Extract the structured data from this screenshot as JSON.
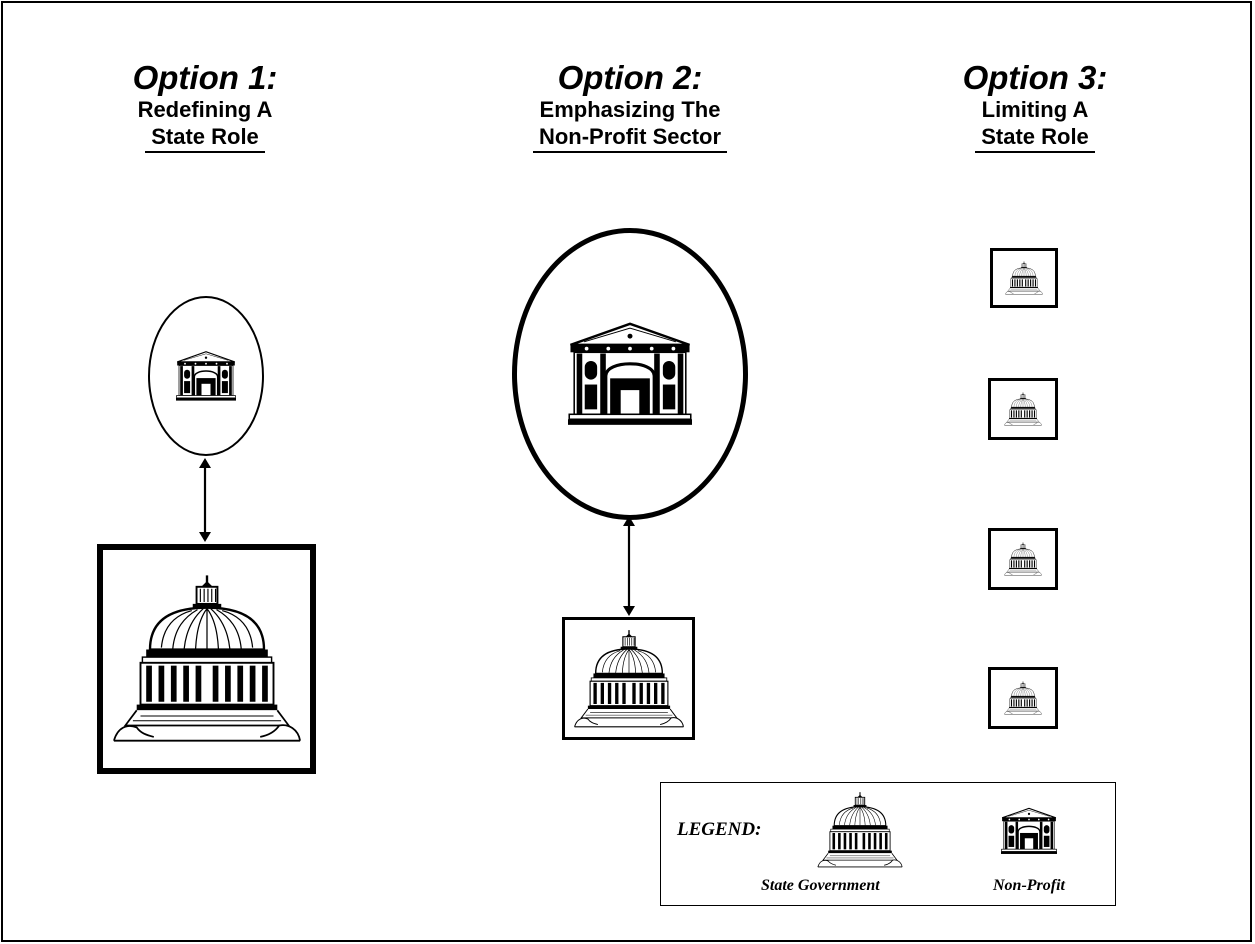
{
  "options": [
    {
      "title": "Option 1:",
      "subtitle_line1": "Redefining A",
      "subtitle_line2": "State Role"
    },
    {
      "title": "Option 2:",
      "subtitle_line1": "Emphasizing The",
      "subtitle_line2": "Non-Profit Sector"
    },
    {
      "title": "Option 3:",
      "subtitle_line1": "Limiting A",
      "subtitle_line2": "State Role"
    }
  ],
  "legend": {
    "heading": "LEGEND:",
    "state_label": "State Government",
    "nonprofit_label": "Non-Profit"
  },
  "icons": {
    "state": "capitol-dome-icon",
    "nonprofit": "columned-building-icon"
  },
  "colors": {
    "ink": "#000000",
    "background": "#ffffff"
  }
}
